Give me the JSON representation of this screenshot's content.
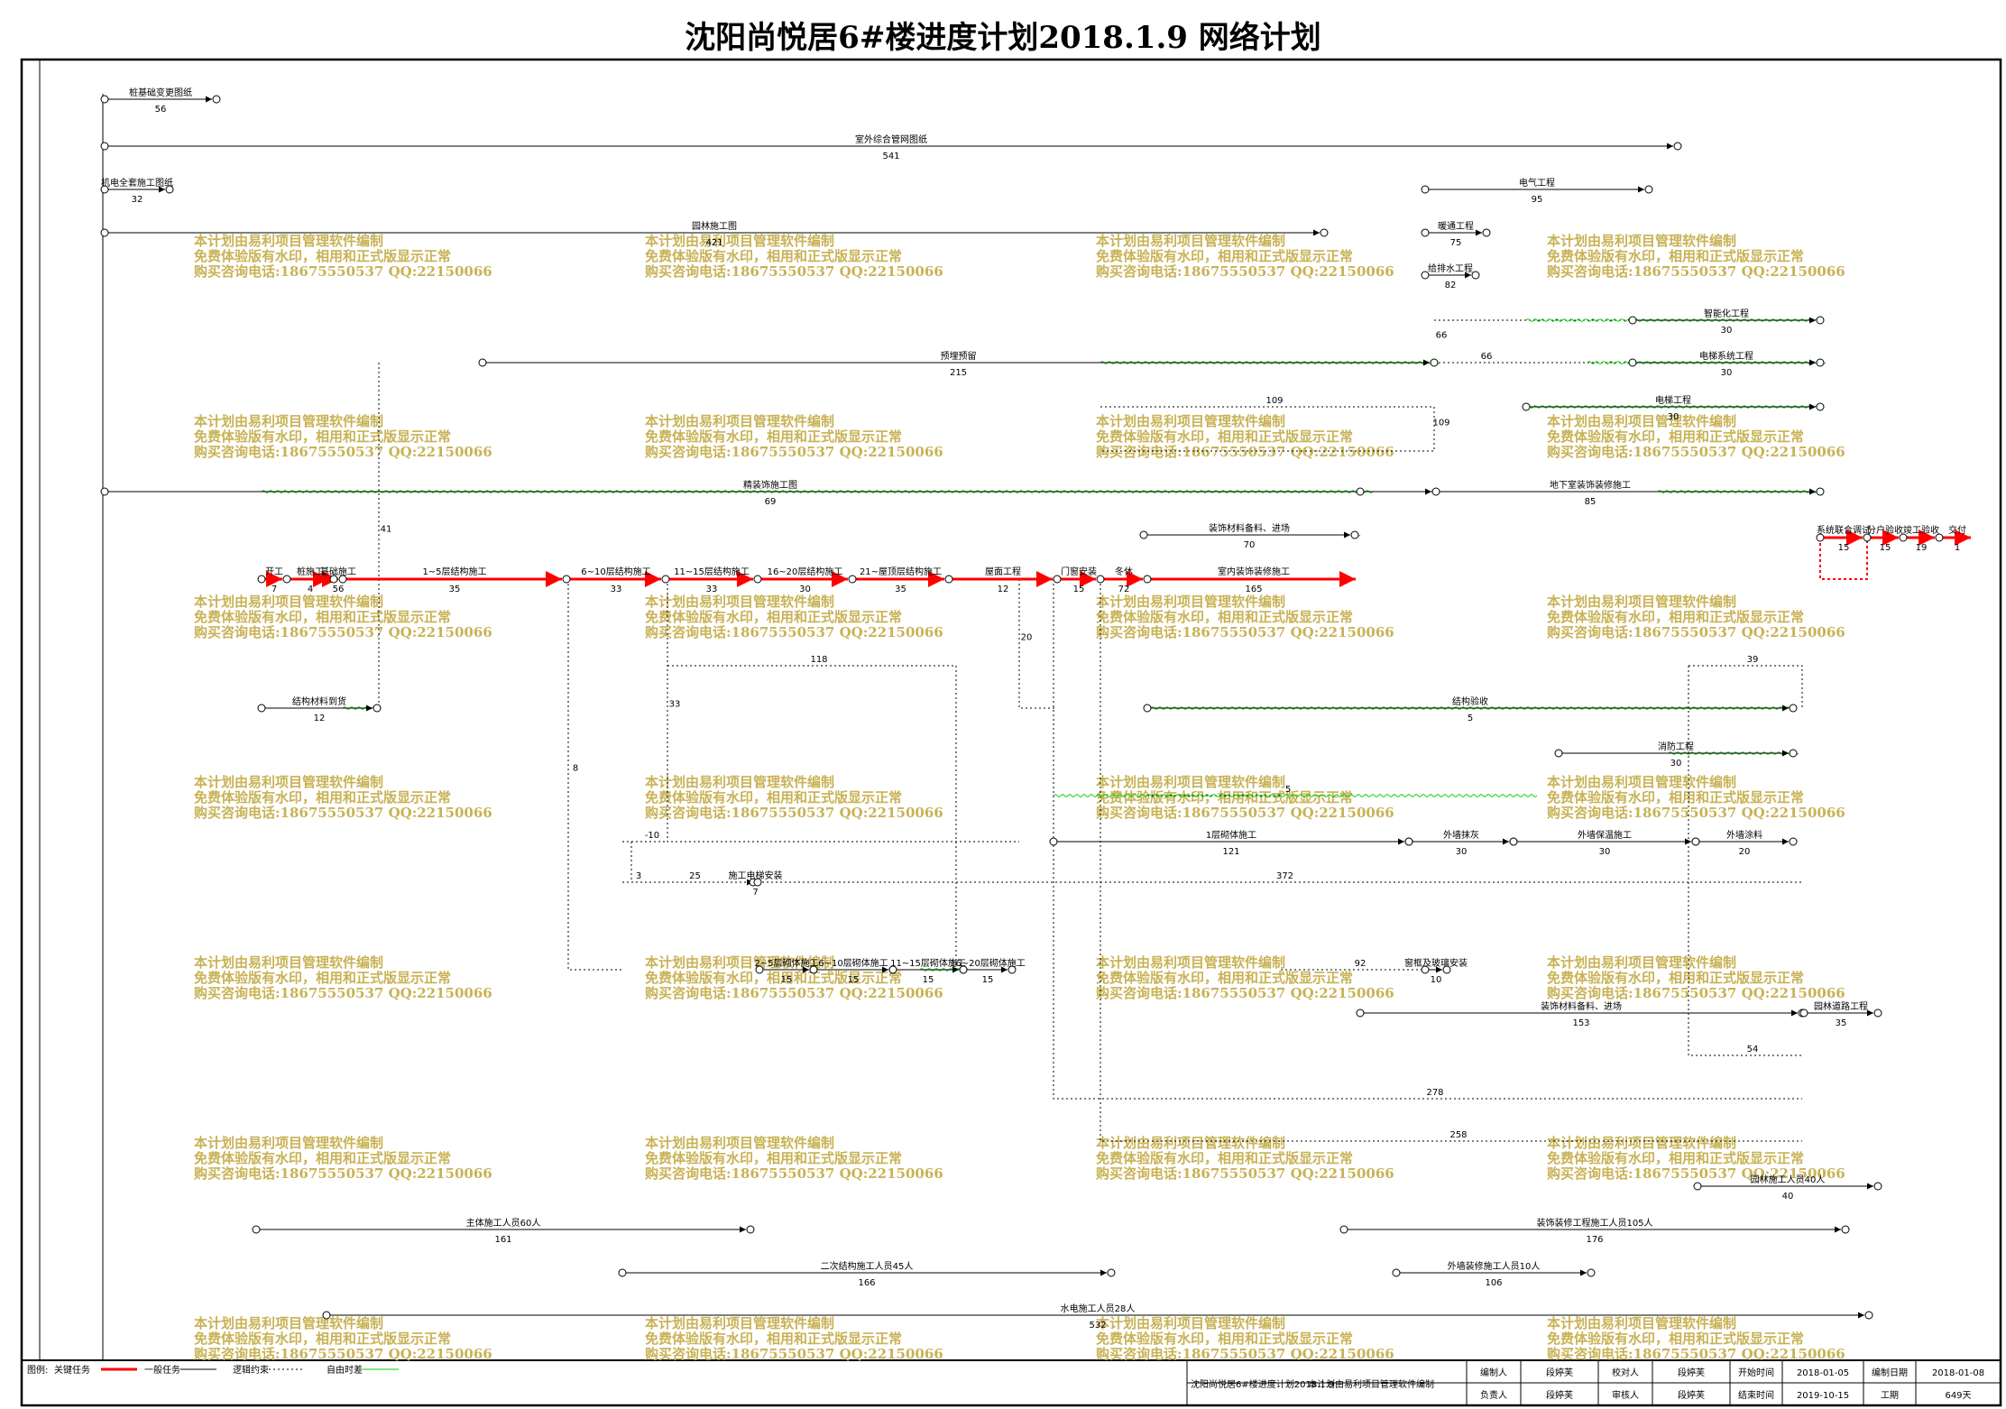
{
  "title": "沈阳尚悦居6#楼进度计划2018.1.9 网络计划",
  "watermark": [
    "本计划由易利项目管理软件编制",
    "免费体验版有水印，相用和正式版显示正常",
    "购买咨询电话:18675550537 QQ:22150066"
  ],
  "colors": {
    "critical": "#ff0000",
    "normal": "#000000",
    "float": "#00cc00",
    "watermark": "#c8b255"
  },
  "tasks": [
    {
      "name": "桩基础变更图纸",
      "duration": "56"
    },
    {
      "name": "室外综合管网图纸",
      "duration": "541"
    },
    {
      "name": "机电全套施工图纸",
      "duration": "32"
    },
    {
      "name": "园林施工图",
      "duration": "421"
    },
    {
      "name": "预埋预留",
      "duration": "215"
    },
    {
      "name": "精装饰施工图",
      "duration": "69"
    },
    {
      "name": "电气工程",
      "duration": "95"
    },
    {
      "name": "暖通工程",
      "duration": "75"
    },
    {
      "name": "给排水工程",
      "duration": "82"
    },
    {
      "name": "智能化工程",
      "duration": "30"
    },
    {
      "name": "电梯系统工程",
      "duration": "30"
    },
    {
      "name": "电梯工程",
      "duration": "30"
    },
    {
      "name": "地下室装饰装修施工",
      "duration": "85"
    },
    {
      "name": "装饰材料备料、进场",
      "duration": "70"
    },
    {
      "name": "结构材料到货",
      "duration": "12"
    },
    {
      "name": "结构验收",
      "duration": "5"
    },
    {
      "name": "消防工程",
      "duration": "30"
    },
    {
      "name": "1层砌体施工",
      "duration": "121"
    },
    {
      "name": "外墙抹灰",
      "duration": "30"
    },
    {
      "name": "外墙保温施工",
      "duration": "30"
    },
    {
      "name": "外墙涂料",
      "duration": "20"
    },
    {
      "name": "施工电梯安装",
      "duration": "7"
    },
    {
      "name": "2~5层砌体施工",
      "duration": "15"
    },
    {
      "name": "6~10层砌体施工",
      "duration": "15"
    },
    {
      "name": "11~15层砌体施工",
      "duration": "15"
    },
    {
      "name": "16~20层砌体施工",
      "duration": "15"
    },
    {
      "name": "窗框及玻璃安装",
      "duration": "10"
    },
    {
      "name": "装饰材料备料、进场",
      "duration": "153"
    },
    {
      "name": "园林道路工程",
      "duration": "35"
    },
    {
      "name": "园林施工人员40人",
      "duration": "40"
    },
    {
      "name": "主体施工人员60人",
      "duration": "161"
    },
    {
      "name": "装饰装修工程施工人员105人",
      "duration": "176"
    },
    {
      "name": "二次结构施工人员45人",
      "duration": "166"
    },
    {
      "name": "外墙装修施工人员10人",
      "duration": "106"
    },
    {
      "name": "水电施工人员28人",
      "duration": "532"
    }
  ],
  "critical_path": [
    {
      "name": "开工",
      "duration": "7"
    },
    {
      "name": "桩施工",
      "duration": "4"
    },
    {
      "name": "基础施工",
      "duration": "56"
    },
    {
      "name": "1~5层结构施工",
      "duration": "35"
    },
    {
      "name": "6~10层结构施工",
      "duration": "33"
    },
    {
      "name": "11~15层结构施工",
      "duration": "33"
    },
    {
      "name": "16~20层结构施工",
      "duration": "30"
    },
    {
      "name": "21~屋顶层结构施工",
      "duration": "35"
    },
    {
      "name": "屋面工程",
      "duration": "12"
    },
    {
      "name": "门窗安装",
      "duration": "15"
    },
    {
      "name": "冬休",
      "duration": "72"
    },
    {
      "name": "室内装饰装修施工",
      "duration": "165"
    },
    {
      "name": "系统联合调试",
      "duration": "15"
    },
    {
      "name": "分户验收",
      "duration": "15"
    },
    {
      "name": "竣工验收",
      "duration": "19"
    },
    {
      "name": "交付",
      "duration": "1"
    }
  ],
  "links": [
    "41",
    "66",
    "66",
    "109",
    "109",
    "118",
    "20",
    "39",
    "372",
    "278",
    "258",
    "54",
    "25",
    "8",
    "33",
    "-10",
    "3",
    "5",
    "92"
  ],
  "legend": {
    "label": "图例:",
    "items": [
      "关键任务",
      "一般任务",
      "逻辑约束",
      "自由时差"
    ]
  },
  "footer": {
    "project": "沈阳尚悦居6#楼进度计划2018.1.9",
    "note": "本计划由易利项目管理软件编制",
    "author_label": "编制人",
    "author": "段婷芙",
    "checker_label": "校对人",
    "checker": "段婷芙",
    "start_label": "开始时间",
    "start": "2018-01-05",
    "date_label": "编制日期",
    "date": "2018-01-08",
    "owner_label": "负责人",
    "owner": "段婷芙",
    "reviewer_label": "审核人",
    "reviewer": "段婷芙",
    "end_label": "结束时间",
    "end": "2019-10-15",
    "period_label": "工期",
    "period": "649天"
  }
}
